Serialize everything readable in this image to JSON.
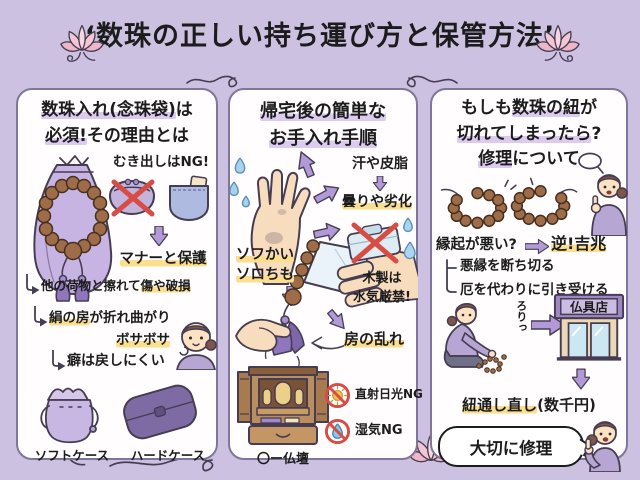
{
  "title": {
    "text": "‘数珠の正しい持ち運び方と保管方法’"
  },
  "left": {
    "h1a": "数珠入れ(念珠袋)",
    "h1b": "は",
    "h2a": "必須!",
    "h2b": "その理由とは",
    "naked": "むき出しはNG!",
    "manner": "マナーと保護",
    "b1a": "他の荷物と擦れて",
    "b1b": "傷や破損",
    "b2a": "絹の房",
    "b2b": "が折れ曲がり",
    "b2c": "ボサボサ",
    "b3": "癖は戻しにくい",
    "soft": "ソフトケース",
    "hard": "ハードケース"
  },
  "mid": {
    "h1": "帰宅後の簡単な",
    "h2": "お手入れ手順",
    "sweat": "汗や皮脂",
    "cloud": "曇りや劣化",
    "wipe1": "ソフかい",
    "wipe2": "ソロちも",
    "wood1": "木製は",
    "wood2": "水気厳禁!",
    "tassel": "房の乱れ",
    "altar": "〇ー仏壇",
    "nosun": "直射日光NG",
    "nohumid": "湿気NG"
  },
  "right": {
    "h1a": "もしも",
    "h1b": "数珠の紐",
    "h1c": "が",
    "h2a": "切れてしまったら",
    "h2b": "?",
    "h3a": "修理",
    "h3b": "について",
    "q": "縁起が悪い?",
    "a": "逆!吉兆",
    "r1": "悪縁を断ち切る",
    "r2": "厄を代わりに引き受ける",
    "sfx": "ろりっ",
    "shop": "仏具店",
    "fix": "紐通し直し",
    "price": "(数千円)",
    "bubble": "大切に修理"
  },
  "colors": {
    "bg": "#ccc1e0",
    "hl_yellow": "#fbdf8f",
    "hl_purple": "#dccbef",
    "arrow_purple": "#b29ad8",
    "ng_red": "#d84c44",
    "bead_brown": "#9e6c49"
  }
}
